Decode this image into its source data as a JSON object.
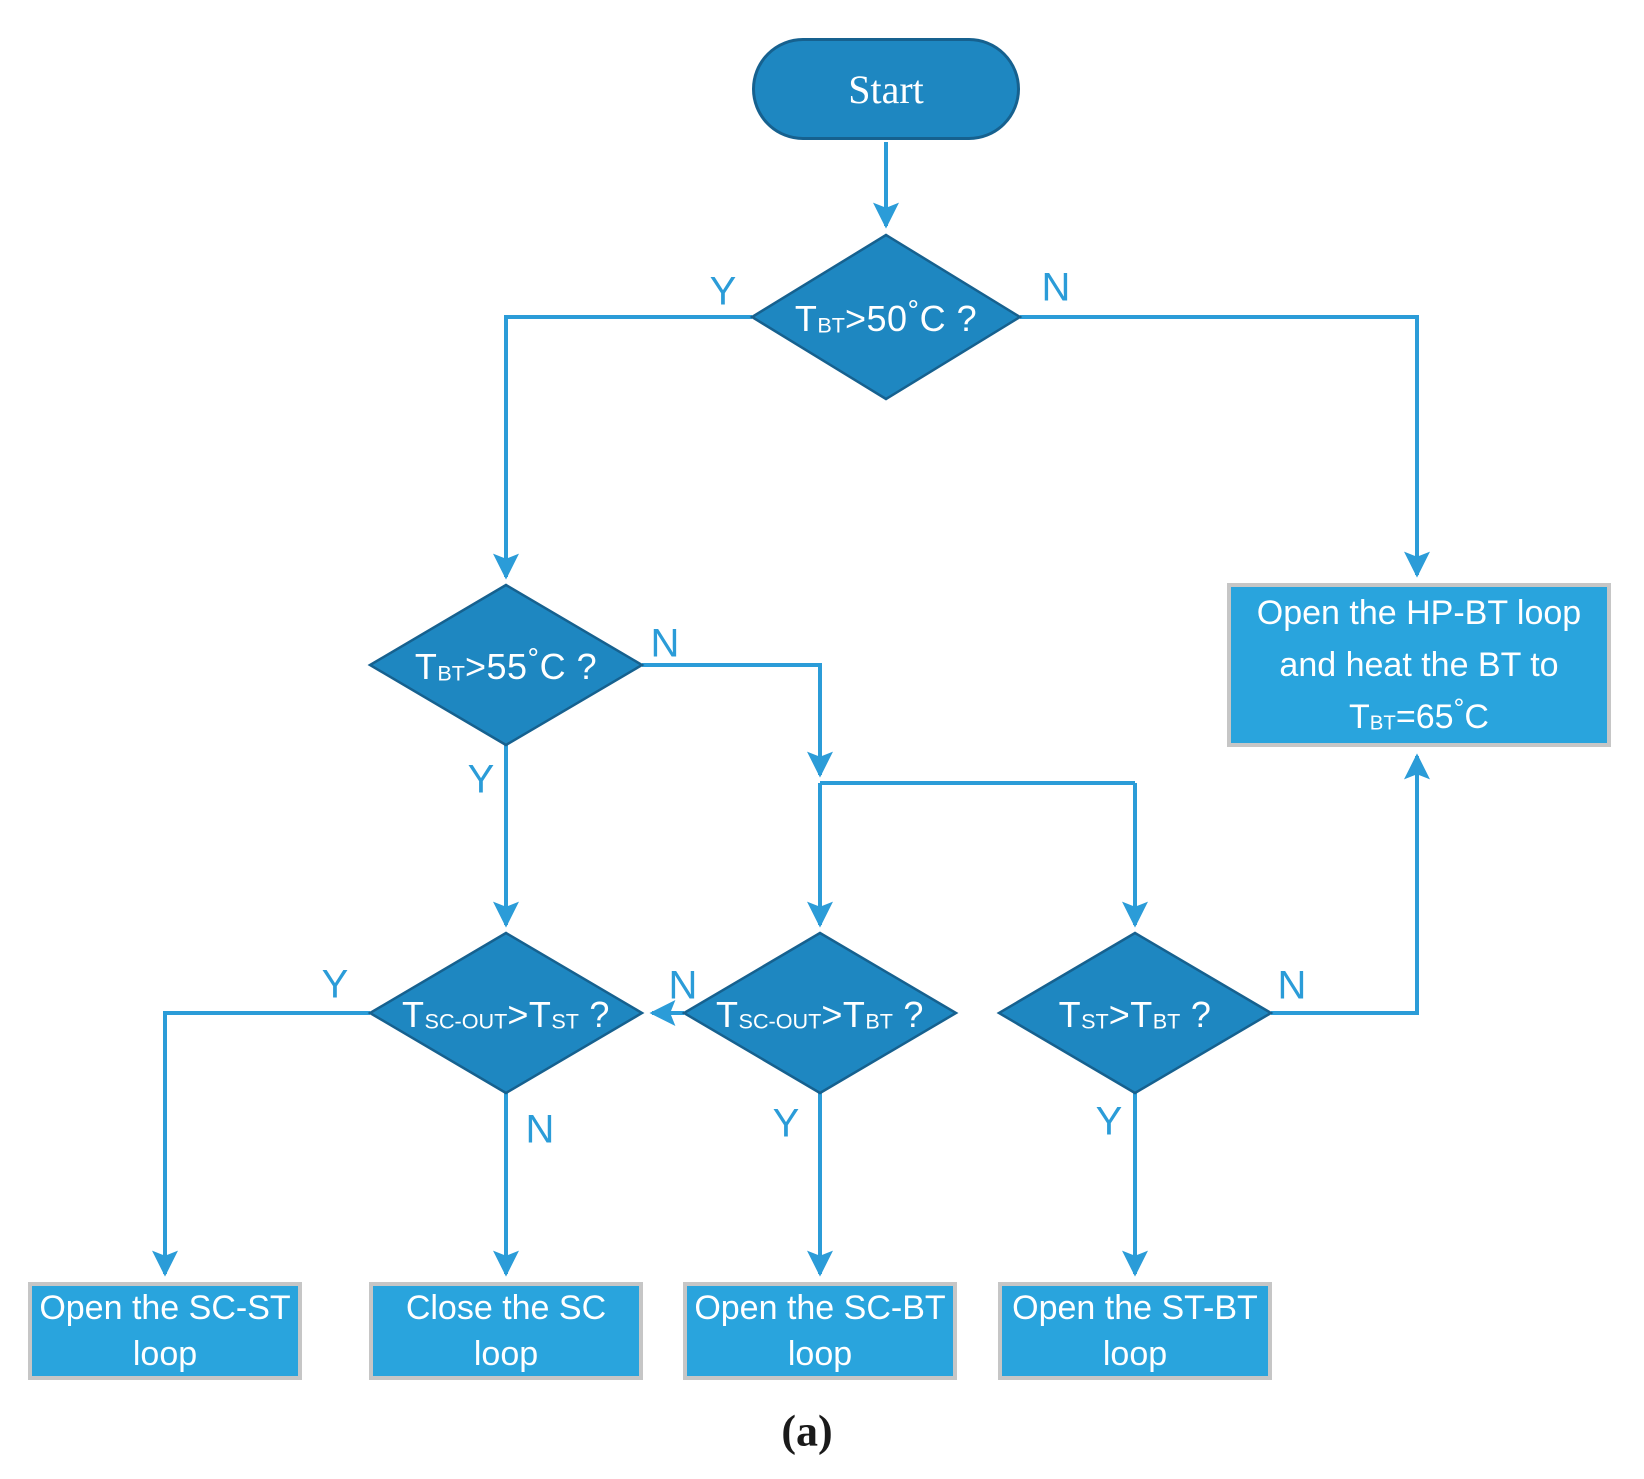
{
  "colors": {
    "node_fill": "#1e87c1",
    "node_stroke": "#16618f",
    "process_fill": "#29a4dd",
    "process_border": "#c6c6c6",
    "connector": "#2b9cd8",
    "branch_label": "#2b9cd8",
    "node_text": "#ffffff",
    "caption_text": "#1a1a1a"
  },
  "nodes": {
    "start": {
      "label": "Start"
    },
    "decision_tbt_50": {
      "parts": [
        {
          "text": "T"
        },
        {
          "sub": "BT"
        },
        {
          "text": ">50"
        },
        {
          "sup": "°"
        },
        {
          "text": "C ?"
        }
      ]
    },
    "decision_tbt_55": {
      "parts": [
        {
          "text": "T"
        },
        {
          "sub": "BT"
        },
        {
          "text": ">55"
        },
        {
          "sup": "°"
        },
        {
          "text": "C ?"
        }
      ]
    },
    "decision_tscout_tst": {
      "parts": [
        {
          "text": "T"
        },
        {
          "sub": "SC-OUT"
        },
        {
          "text": ">T"
        },
        {
          "sub": "ST"
        },
        {
          "text": " ?"
        }
      ]
    },
    "decision_tscout_tbt": {
      "parts": [
        {
          "text": "T"
        },
        {
          "sub": "SC-OUT"
        },
        {
          "text": ">T"
        },
        {
          "sub": "BT"
        },
        {
          "text": " ?"
        }
      ]
    },
    "decision_tst_tbt": {
      "parts": [
        {
          "text": "T"
        },
        {
          "sub": "ST"
        },
        {
          "text": ">T"
        },
        {
          "sub": "BT"
        },
        {
          "text": " ?"
        }
      ]
    },
    "process_hp_bt": {
      "line1": "Open the HP-BT loop",
      "line2": "and heat the BT to",
      "line3_parts": [
        {
          "text": "T"
        },
        {
          "sub": "BT"
        },
        {
          "text": "=65"
        },
        {
          "sup": "°"
        },
        {
          "text": "C"
        }
      ]
    },
    "process_sc_st": {
      "line1": "Open the SC-ST",
      "line2": "loop"
    },
    "process_close_sc": {
      "line1": "Close the SC",
      "line2": "loop"
    },
    "process_sc_bt": {
      "line1": "Open the SC-BT",
      "line2": "loop"
    },
    "process_st_bt": {
      "line1": "Open the ST-BT",
      "line2": "loop"
    }
  },
  "branch_labels": {
    "d1_yes": "Y",
    "d1_no": "N",
    "d2_yes": "Y",
    "d2_no": "N",
    "d3_yes": "Y",
    "d3_no": "N",
    "d4_yes": "Y",
    "d4_no": "N",
    "d5_yes": "Y",
    "d5_no": "N"
  },
  "caption": "(a)"
}
